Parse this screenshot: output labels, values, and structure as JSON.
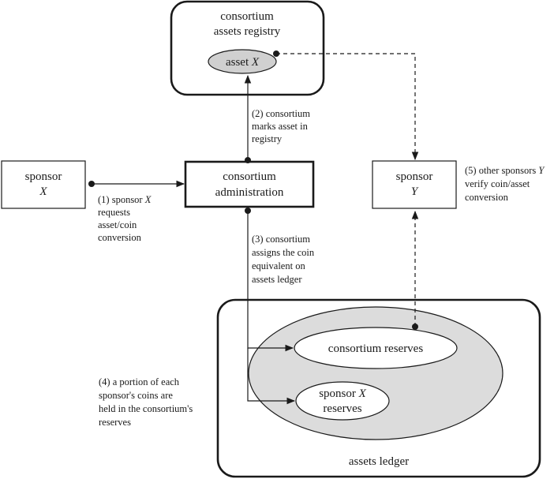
{
  "registry": {
    "title_line1": "consortium",
    "title_line2": "assets registry",
    "asset_prefix": "asset ",
    "asset_var": "X"
  },
  "sponsor_x": {
    "line1": "sponsor",
    "line2": "X"
  },
  "administration": {
    "line1": "consortium",
    "line2": "administration"
  },
  "sponsor_y": {
    "line1": "sponsor",
    "line2": "Y"
  },
  "ledger": {
    "title": "assets ledger",
    "consortium_reserves": "consortium reserves",
    "sponsor_reserves_prefix": "sponsor ",
    "sponsor_reserves_var": "X",
    "sponsor_reserves_line2": "reserves"
  },
  "steps": {
    "step1": {
      "l1_prefix": "(1) sponsor ",
      "l1_var": "X",
      "l2": "requests",
      "l3": "asset/coin",
      "l4": "conversion"
    },
    "step2": {
      "l1": "(2) consortium",
      "l2": "marks asset in",
      "l3": "registry"
    },
    "step3": {
      "l1": "(3) consortium",
      "l2": "assigns the coin",
      "l3": "equivalent on",
      "l4": "assets ledger"
    },
    "step4": {
      "l1": "(4) a portion of each",
      "l2": "sponsor's coins are",
      "l3": "held in the consortium's",
      "l4": "reserves"
    },
    "step5": {
      "l1_prefix": "(5) other sponsors ",
      "l1_var": "Y",
      "l2": "verify coin/asset",
      "l3": "conversion"
    }
  }
}
